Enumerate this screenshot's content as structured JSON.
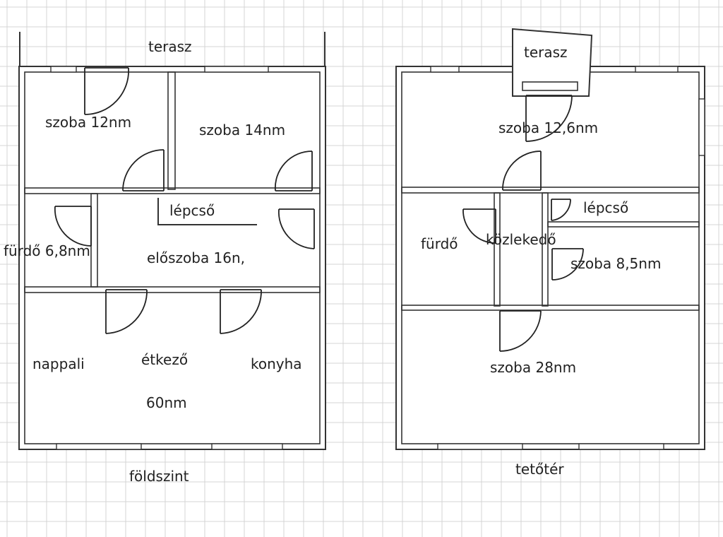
{
  "ground_floor": {
    "caption": "földszint",
    "outside_label": "terasz",
    "rooms": {
      "szoba_a": "szoba 12nm",
      "szoba_b": "szoba 14nm",
      "stairs": "lépcső",
      "bath": "fürdő 6,8nm",
      "hall": "előszoba 16n,",
      "living": "nappali",
      "dining": "étkező",
      "kitchen": "konyha",
      "living_area": "60nm"
    }
  },
  "attic": {
    "caption": "tetőtér",
    "balcony_label": "terasz",
    "rooms": {
      "szoba_top": "szoba 12,6nm",
      "bath": "fürdő",
      "corridor": "közlekedő",
      "stairs": "lépcső",
      "szoba_small": "szoba 8,5nm",
      "szoba_large": "szoba 28nm"
    }
  },
  "colors": {
    "grid": "#d4d4d4",
    "wall": "#333333",
    "wall_fill": "#ffffff",
    "text": "#222222"
  }
}
